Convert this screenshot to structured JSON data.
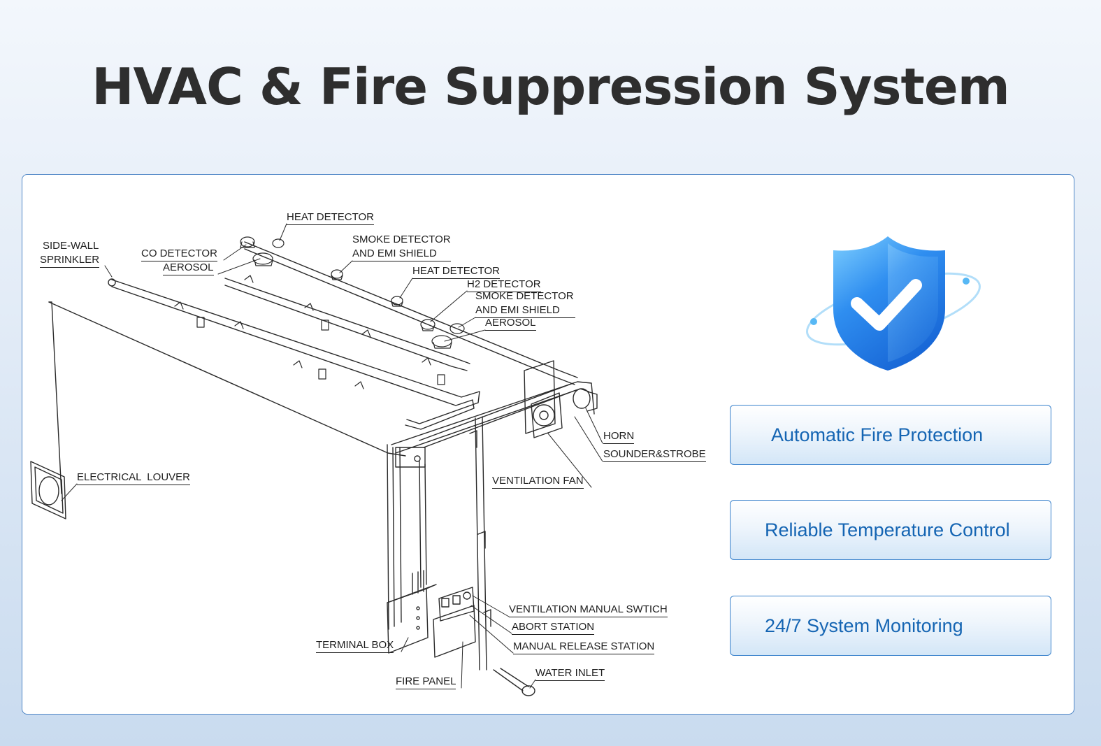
{
  "title": "HVAC & Fire Suppression System",
  "labels": {
    "side_wall_1": "SIDE-WALL",
    "side_wall_2": "SPRINKLER",
    "co_detector": "CO DETECTOR",
    "aerosol_1": "AEROSOL",
    "heat_detector_1": "HEAT DETECTOR",
    "smoke_1a": "SMOKE DETECTOR",
    "smoke_1b": "AND EMI SHIELD",
    "heat_detector_2": "HEAT DETECTOR",
    "h2_detector": "H2 DETECTOR",
    "smoke_2a": "SMOKE DETECTOR",
    "smoke_2b": "AND EMI SHIELD",
    "aerosol_2": "AEROSOL",
    "horn": "HORN",
    "sounder": "SOUNDER&STROBE",
    "ventilation_fan": "VENTILATION FAN",
    "electrical_louver": "ELECTRICAL  LOUVER",
    "ventilation_switch": "VENTILATION MANUAL SWTICH",
    "abort_station": "ABORT STATION",
    "manual_release": "MANUAL RELEASE STATION",
    "terminal_box": "TERMINAL BOX",
    "fire_panel": "FIRE PANEL",
    "water_inlet": "WATER INLET"
  },
  "features": [
    {
      "label": "Automatic Fire Protection"
    },
    {
      "label": "Reliable Temperature Control"
    },
    {
      "label": "24/7 System Monitoring"
    }
  ],
  "colors": {
    "accent": "#1565b3",
    "border": "#3a82cc",
    "title": "#2e2e2e",
    "shield": "#2f8ef0"
  },
  "icons": {
    "shield": "shield-check-icon"
  }
}
